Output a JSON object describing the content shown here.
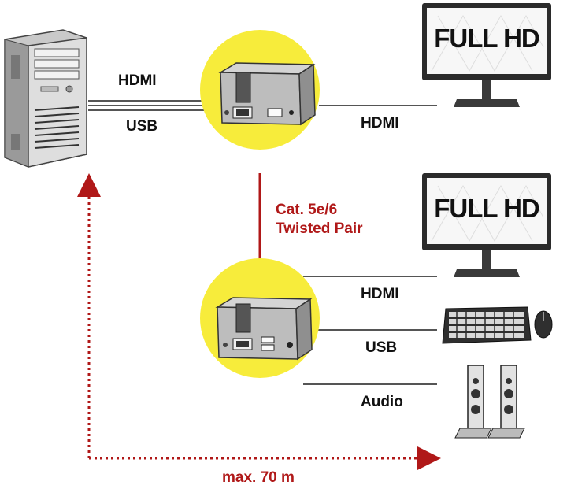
{
  "labels": {
    "hdmi_tx_in": "HDMI",
    "usb_tx_in": "USB",
    "hdmi_tx_out": "HDMI",
    "cable_line1": "Cat. 5e/6",
    "cable_line2": "Twisted Pair",
    "hdmi_rx_out": "HDMI",
    "usb_rx_out": "USB",
    "audio_rx_out": "Audio",
    "distance": "max. 70 m"
  },
  "monitors": {
    "top_text": "FULL HD",
    "bottom_text": "FULL HD"
  },
  "colors": {
    "accent_red": "#b01818",
    "circle_yellow": "#f7ec3b",
    "line_gray": "#555555"
  },
  "icons": [
    "pc-tower-icon",
    "hdmi-extender-transmitter-icon",
    "hdmi-extender-receiver-icon",
    "monitor-icon",
    "keyboard-icon",
    "mouse-icon",
    "speaker-icon"
  ]
}
